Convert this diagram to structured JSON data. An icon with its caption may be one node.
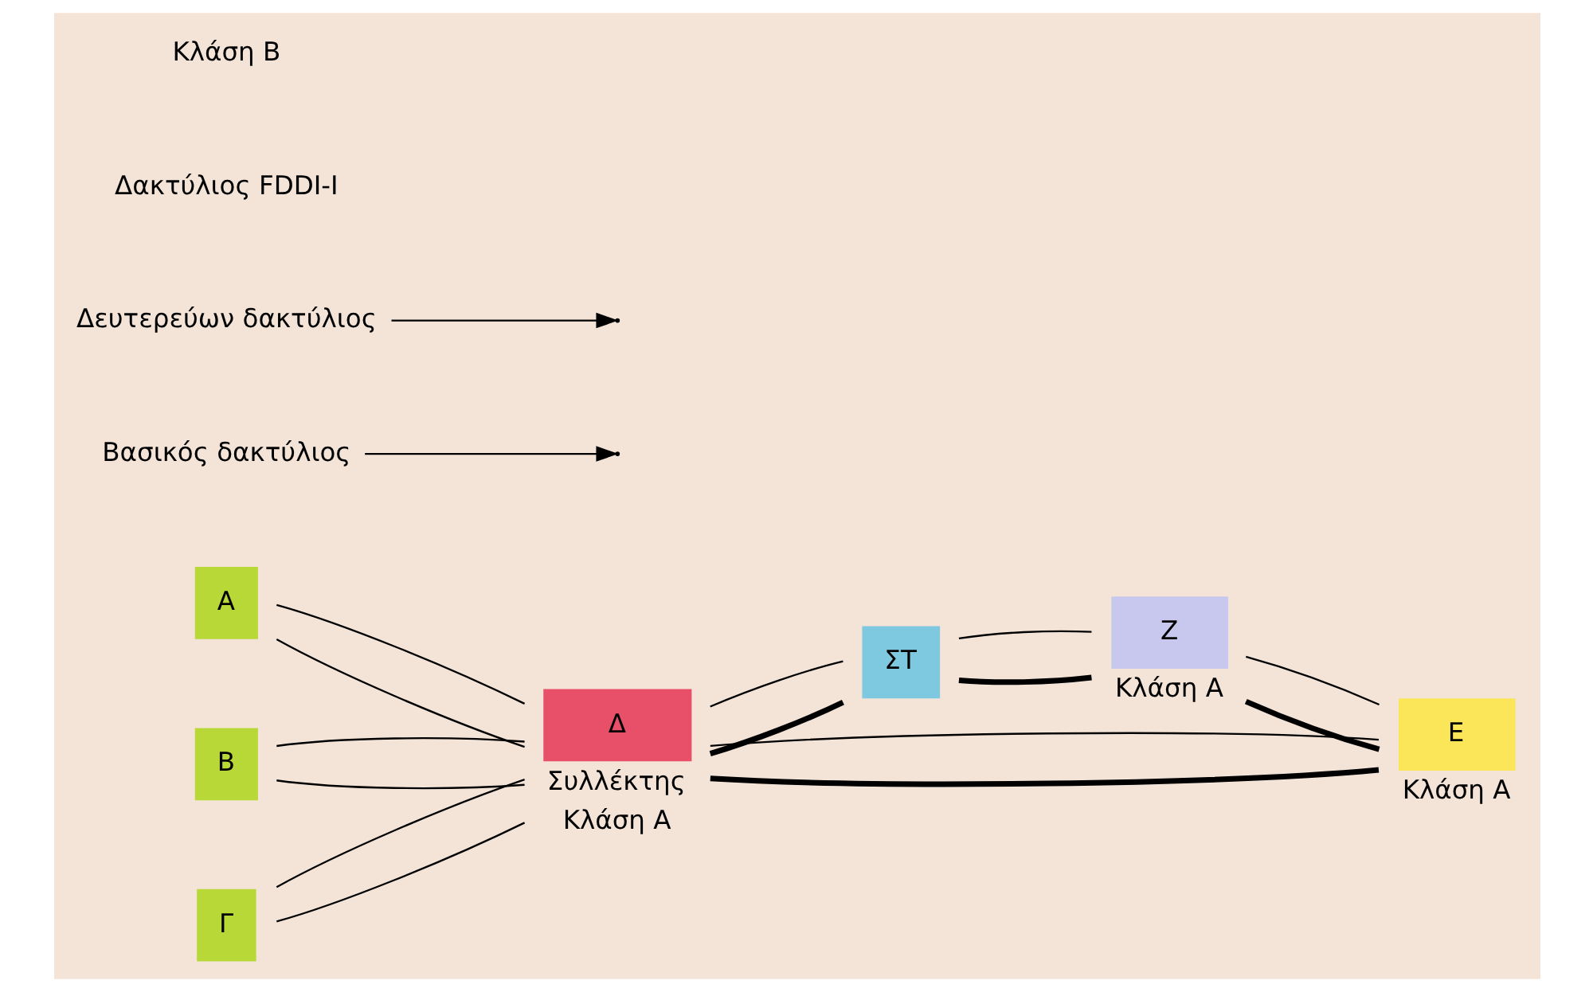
{
  "diagram": {
    "nodes": [
      {
        "text": [
          "Α"
        ]
      },
      {
        "text": [
          "Β"
        ]
      },
      {
        "text": [
          "Γ"
        ]
      },
      {
        "text": [
          "Δ"
        ],
        "beside": [
          "Συλλέκτης",
          "Κλάση Α"
        ]
      },
      {
        "text": [
          "ΣΤ"
        ]
      },
      {
        "text": [
          "Ζ"
        ],
        "beside": [
          "Κλάση Α"
        ]
      },
      {
        "text": [
          "Ε"
        ],
        "beside": [
          "Κλάση Α"
        ]
      },
      {
        "text": [
          "Βασικός δακτύλιος"
        ]
      },
      {
        "text": [
          "Δευτερεύων δακτύλιος"
        ]
      }
    ],
    "edges": [
      {
        "from": 0,
        "to": 3,
        "arrow": "none"
      },
      {
        "from": 0,
        "to": 3,
        "arrow": "none"
      },
      {
        "from": 1,
        "to": 3,
        "arrow": "none"
      },
      {
        "from": 1,
        "to": 3,
        "arrow": "none"
      },
      {
        "from": 2,
        "to": 3,
        "arrow": "none"
      },
      {
        "from": 2,
        "to": 3,
        "arrow": "none"
      },
      {
        "from": 3,
        "to": 4,
        "arrow": "none",
        "style": "thick"
      },
      {
        "from": 4,
        "to": 5,
        "arrow": "none",
        "style": "thick"
      },
      {
        "from": 5,
        "to": 6,
        "arrow": "none",
        "style": "thick"
      },
      {
        "from": 6,
        "to": 3,
        "arrow": "none",
        "style": "thick"
      },
      {
        "from": 3,
        "to": 4,
        "arrow": "none"
      },
      {
        "from": 4,
        "to": 5,
        "arrow": "none"
      },
      {
        "from": 5,
        "to": 6,
        "arrow": "none"
      },
      {
        "from": 6,
        "to": 3,
        "arrow": "none"
      },
      {
        "from": 7,
        "to": null,
        "arrow": "to"
      },
      {
        "from": 8,
        "to": null,
        "arrow": "to"
      }
    ],
    "labels": [
      "Δακτύλιος FDDI-I",
      "Κλάση Β"
    ]
  }
}
